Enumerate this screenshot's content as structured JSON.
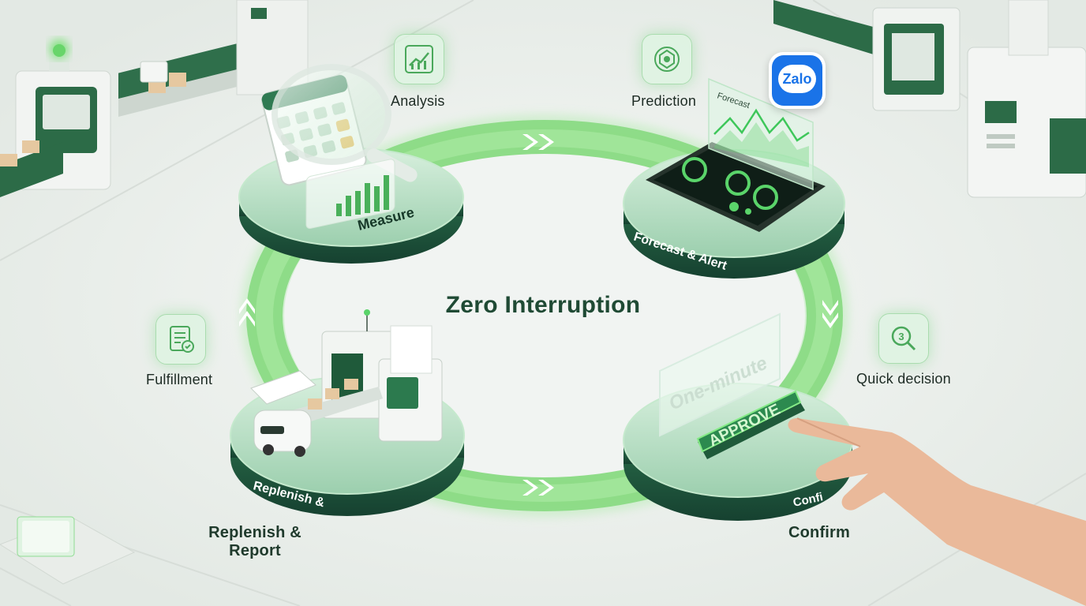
{
  "title": "Zero Interruption",
  "stages": [
    {
      "id": "measure",
      "disc_label": "Measure",
      "side_label": "Analysis",
      "icon": "analysis-chart-icon"
    },
    {
      "id": "forecast",
      "disc_label": "Forecast & Alert",
      "side_label": "Prediction",
      "icon": "prediction-network-icon"
    },
    {
      "id": "confirm",
      "disc_label": "Confi",
      "outer_label": "Confirm",
      "side_label": "Quick decision",
      "icon": "quick-decision-search-icon"
    },
    {
      "id": "replenish",
      "disc_label": "Replenish &",
      "outer_label": "Replenish &\nReport",
      "outer_line1": "Replenish &",
      "outer_line2": "Report",
      "side_label": "Fulfillment",
      "icon": "fulfillment-document-icon"
    }
  ],
  "screen": {
    "forecast_panel_title": "Forecast",
    "glass_sign_text": "One-minute",
    "approve_button": "APPROVE"
  },
  "badges": {
    "zalo": "Zalo",
    "quick_decision_number": "3"
  },
  "colors": {
    "accent_green": "#6fd16a",
    "dark_green": "#1f4a34",
    "platform_rim": "#1e5a3c",
    "zalo_blue": "#1a73e8"
  }
}
